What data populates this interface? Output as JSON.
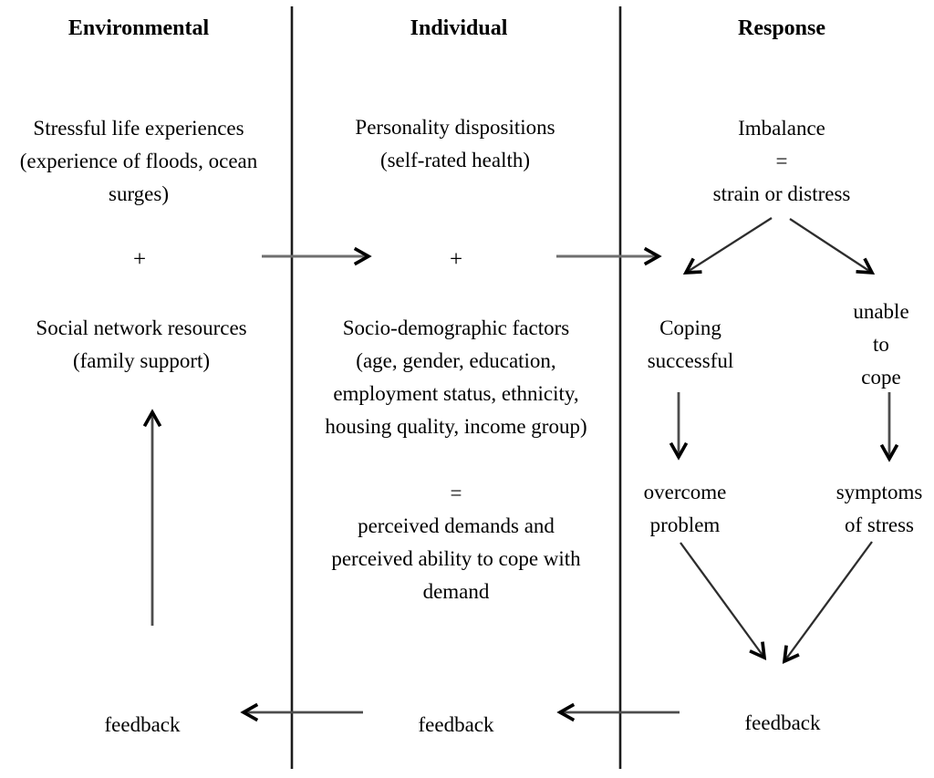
{
  "columns": {
    "environmental": {
      "header": "Environmental"
    },
    "individual": {
      "header": "Individual"
    },
    "response": {
      "header": "Response"
    }
  },
  "nodes": {
    "stressful": {
      "text": "Stressful life experiences\n(experience of floods, ocean\nsurges)"
    },
    "plus_env": {
      "text": "+"
    },
    "social": {
      "text": "Social network resources\n(family support)"
    },
    "feedback_env": {
      "text": "feedback"
    },
    "personality": {
      "text": "Personality dispositions\n(self-rated health)"
    },
    "plus_ind": {
      "text": "+"
    },
    "socio": {
      "text": "Socio-demographic factors\n(age, gender, education,\nemployment status, ethnicity,\nhousing quality, income group)"
    },
    "perceived": {
      "text": "=\nperceived demands and\nperceived ability to cope with\ndemand"
    },
    "feedback_ind": {
      "text": "feedback"
    },
    "imbalance": {
      "text": "Imbalance\n=\nstrain or distress"
    },
    "coping": {
      "text": "Coping\nsuccessful"
    },
    "unable": {
      "text": "unable\nto cope"
    },
    "overcome": {
      "text": "overcome\nproblem"
    },
    "symptoms": {
      "text": "symptoms\nof stress"
    },
    "feedback_resp": {
      "text": "feedback"
    }
  },
  "edges": [
    {
      "id": "env-to-individual",
      "from": "environmental-factors",
      "to": "individual-factors"
    },
    {
      "id": "individual-to-response",
      "from": "individual-factors",
      "to": "imbalance"
    },
    {
      "id": "strain-to-coping",
      "from": "imbalance",
      "to": "coping-successful"
    },
    {
      "id": "strain-to-unable",
      "from": "imbalance",
      "to": "unable-to-cope"
    },
    {
      "id": "coping-to-overcome",
      "from": "coping-successful",
      "to": "overcome-problem"
    },
    {
      "id": "unable-to-symptoms",
      "from": "unable-to-cope",
      "to": "symptoms-of-stress"
    },
    {
      "id": "overcome-to-feedback",
      "from": "overcome-problem",
      "to": "feedback-response"
    },
    {
      "id": "symptoms-to-feedback",
      "from": "symptoms-of-stress",
      "to": "feedback-response"
    },
    {
      "id": "response-feedback-arrow",
      "from": "feedback-response",
      "to": "feedback-individual"
    },
    {
      "id": "individual-feedback-arrow",
      "from": "feedback-individual",
      "to": "feedback-environmental"
    },
    {
      "id": "social-up-arrow",
      "from": "social-network-resources",
      "to": "stressful-life-experiences"
    }
  ],
  "colors": {
    "text": "#000000",
    "arrowhead": "#000000",
    "divider": "#1c1c1c",
    "shaft_gray": "#6f6f6f",
    "shaft_mid": "#4d4d4d",
    "shaft_dark": "#2d2d2d"
  }
}
